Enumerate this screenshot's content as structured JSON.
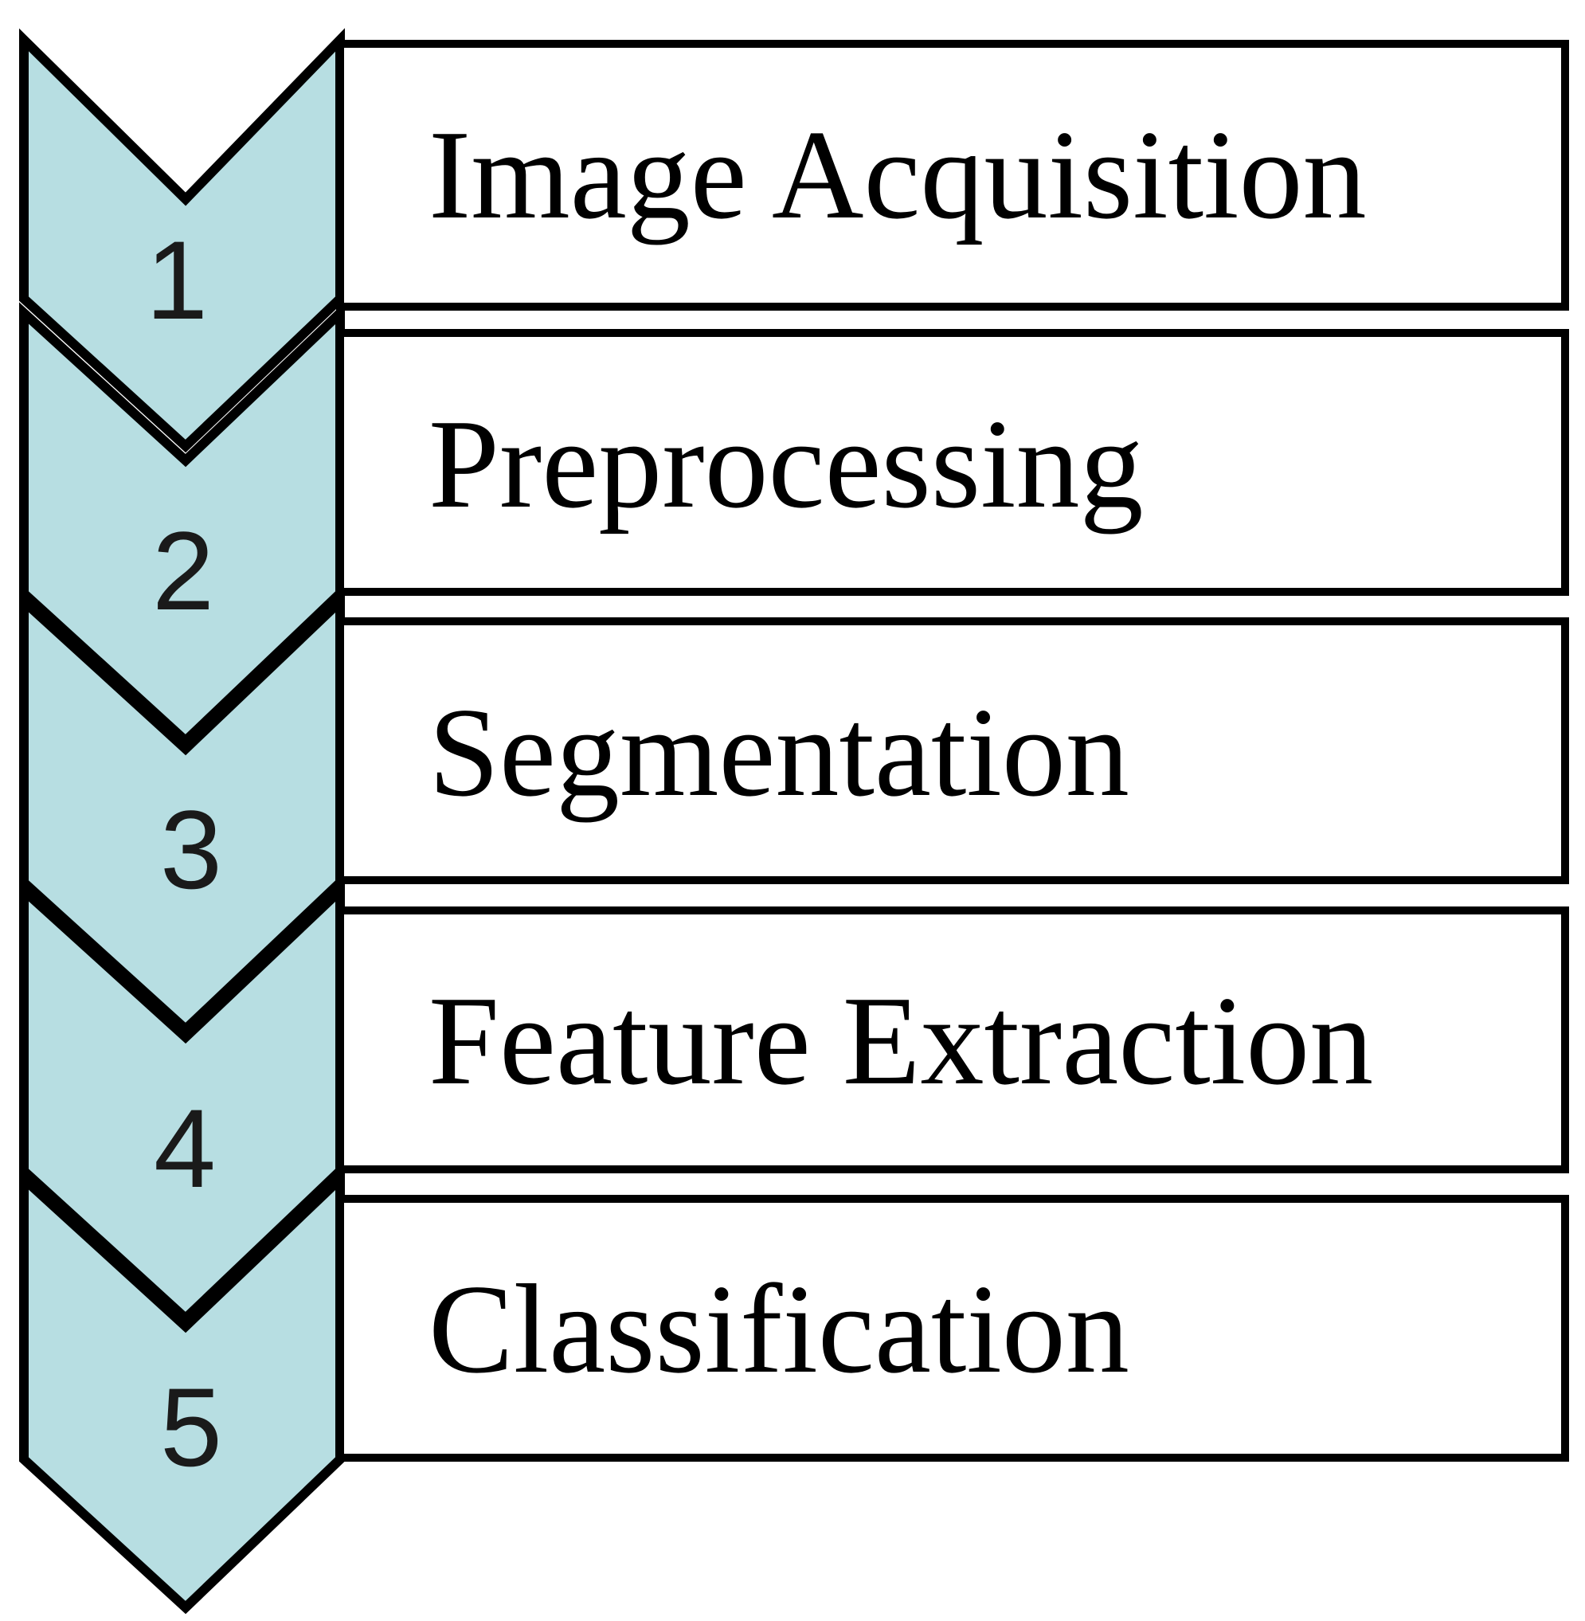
{
  "steps": [
    {
      "number": "1",
      "label": "Image Acquisition"
    },
    {
      "number": "2",
      "label": "Preprocessing"
    },
    {
      "number": "3",
      "label": "Segmentation"
    },
    {
      "number": "4",
      "label": "Feature Extraction"
    },
    {
      "number": "5",
      "label": "Classification"
    }
  ],
  "colors": {
    "chevron_fill": "#b7dee2",
    "outline": "#000000",
    "box_fill": "#ffffff"
  }
}
